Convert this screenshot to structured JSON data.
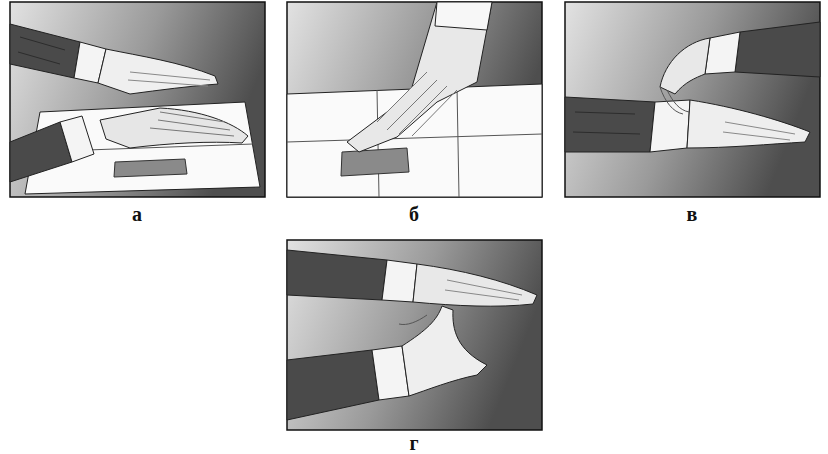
{
  "diagram": {
    "labels": [
      "а",
      "б",
      "в",
      "г"
    ]
  }
}
